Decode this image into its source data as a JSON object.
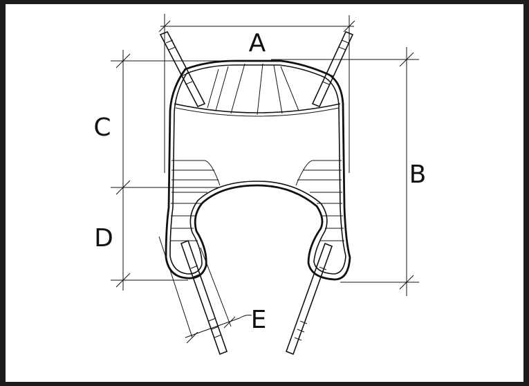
{
  "diagram": {
    "labels": {
      "a": "A",
      "b": "B",
      "c": "C",
      "d": "D",
      "e": "E"
    }
  }
}
